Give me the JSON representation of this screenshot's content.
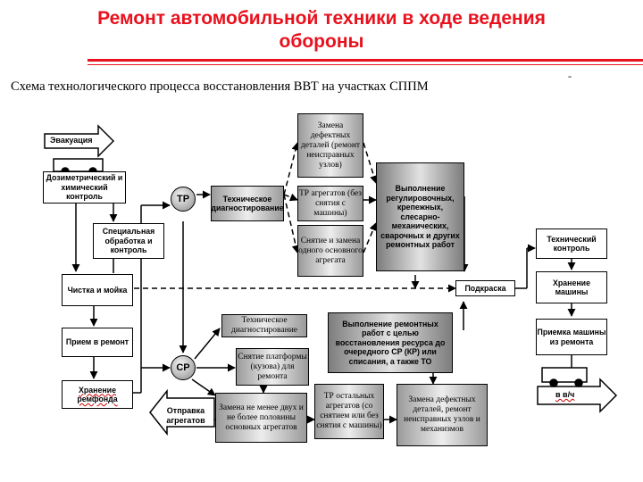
{
  "title": "Ремонт автомобильной техники в ходе ведения обороны",
  "subtitle": "Схема технологического процесса восстановления ВВТ на участках СППМ",
  "corner_mark": "-",
  "nodes": {
    "evacuation": "Эвакуация",
    "dosimetric": "Дозиметрический и химический контроль",
    "special": "Специальная обработка и контроль",
    "cleaning": "Чистка и мойка",
    "receipt": "Прием в ремонт",
    "storage_fund": "Хранение ремфонда",
    "send_units": "Отправка агрегатов",
    "tr": "ТР",
    "sr": "СР",
    "tech_diag_tr": "Техническое диагностирование",
    "replace_parts": "Замена дефектных деталей (ремонт неисправных узлов)",
    "tr_units": "ТР агрегатов (без снятия с машины)",
    "remove_unit": "Снятие и замена одного основного агрегата",
    "adjust_works": "Выполнение регулировочных, крепежных, слесарно-механических, сварочных и других ремонтных работ",
    "painting": "Подкраска",
    "tech_control": "Технический контроль",
    "store_machines": "Хранение машины",
    "accept_machines": "Приемка машины из ремонта",
    "to_unit": "в в/ч",
    "tech_diag_sr": "Техническое диагностирование",
    "remove_platform": "Снятие платформы (кузова) для ремонта",
    "repair_works_sr": "Выполнение ремонтных работ с целью восстановления ресурса до очередного СР (КР) или списания, а также ТО",
    "replace_half": "Замена не менее двух и не более половины основных агрегатов",
    "tr_other": "ТР остальных агрегатов (со снятием или без снятия с машины)",
    "replace_parts_sr": "Замена дефектных деталей, ремонт неисправных узлов и механизмов"
  },
  "colors": {
    "title": "#e8111d",
    "underline": "#cc0000"
  }
}
